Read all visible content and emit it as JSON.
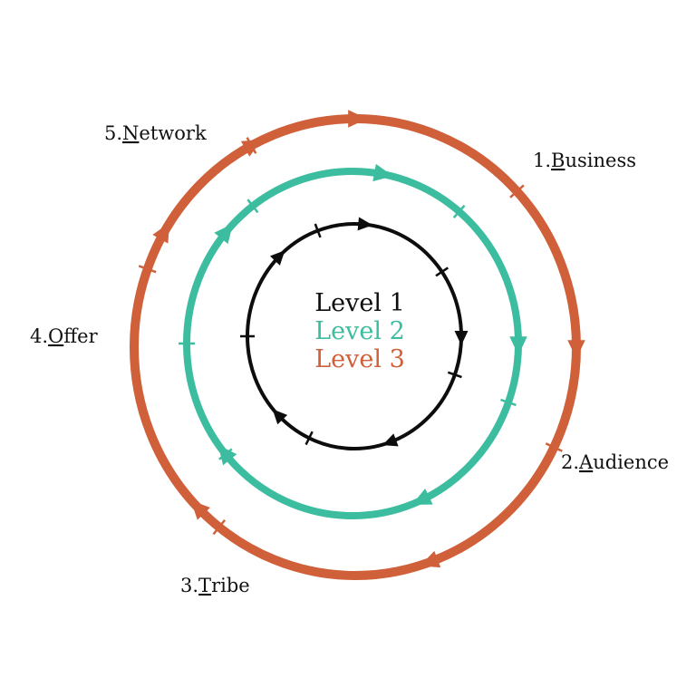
{
  "colors": {
    "level1": "#0d0d0d",
    "level2": "#3dbd9f",
    "level3": "#d0603a"
  },
  "legend": [
    {
      "text": "Level 1",
      "color": "#0d0d0d"
    },
    {
      "text": "Level 2",
      "color": "#3dbd9f"
    },
    {
      "text": "Level 3",
      "color": "#d0603a"
    }
  ],
  "stages": [
    {
      "number": "1.",
      "initial": "B",
      "rest": "usiness"
    },
    {
      "number": "2.",
      "initial": "A",
      "rest": "udience"
    },
    {
      "number": "3.",
      "initial": "T",
      "rest": "ribe"
    },
    {
      "number": "4.",
      "initial": "O",
      "rest": "ffer"
    },
    {
      "number": "5.",
      "initial": "N",
      "rest": "etwork"
    }
  ]
}
